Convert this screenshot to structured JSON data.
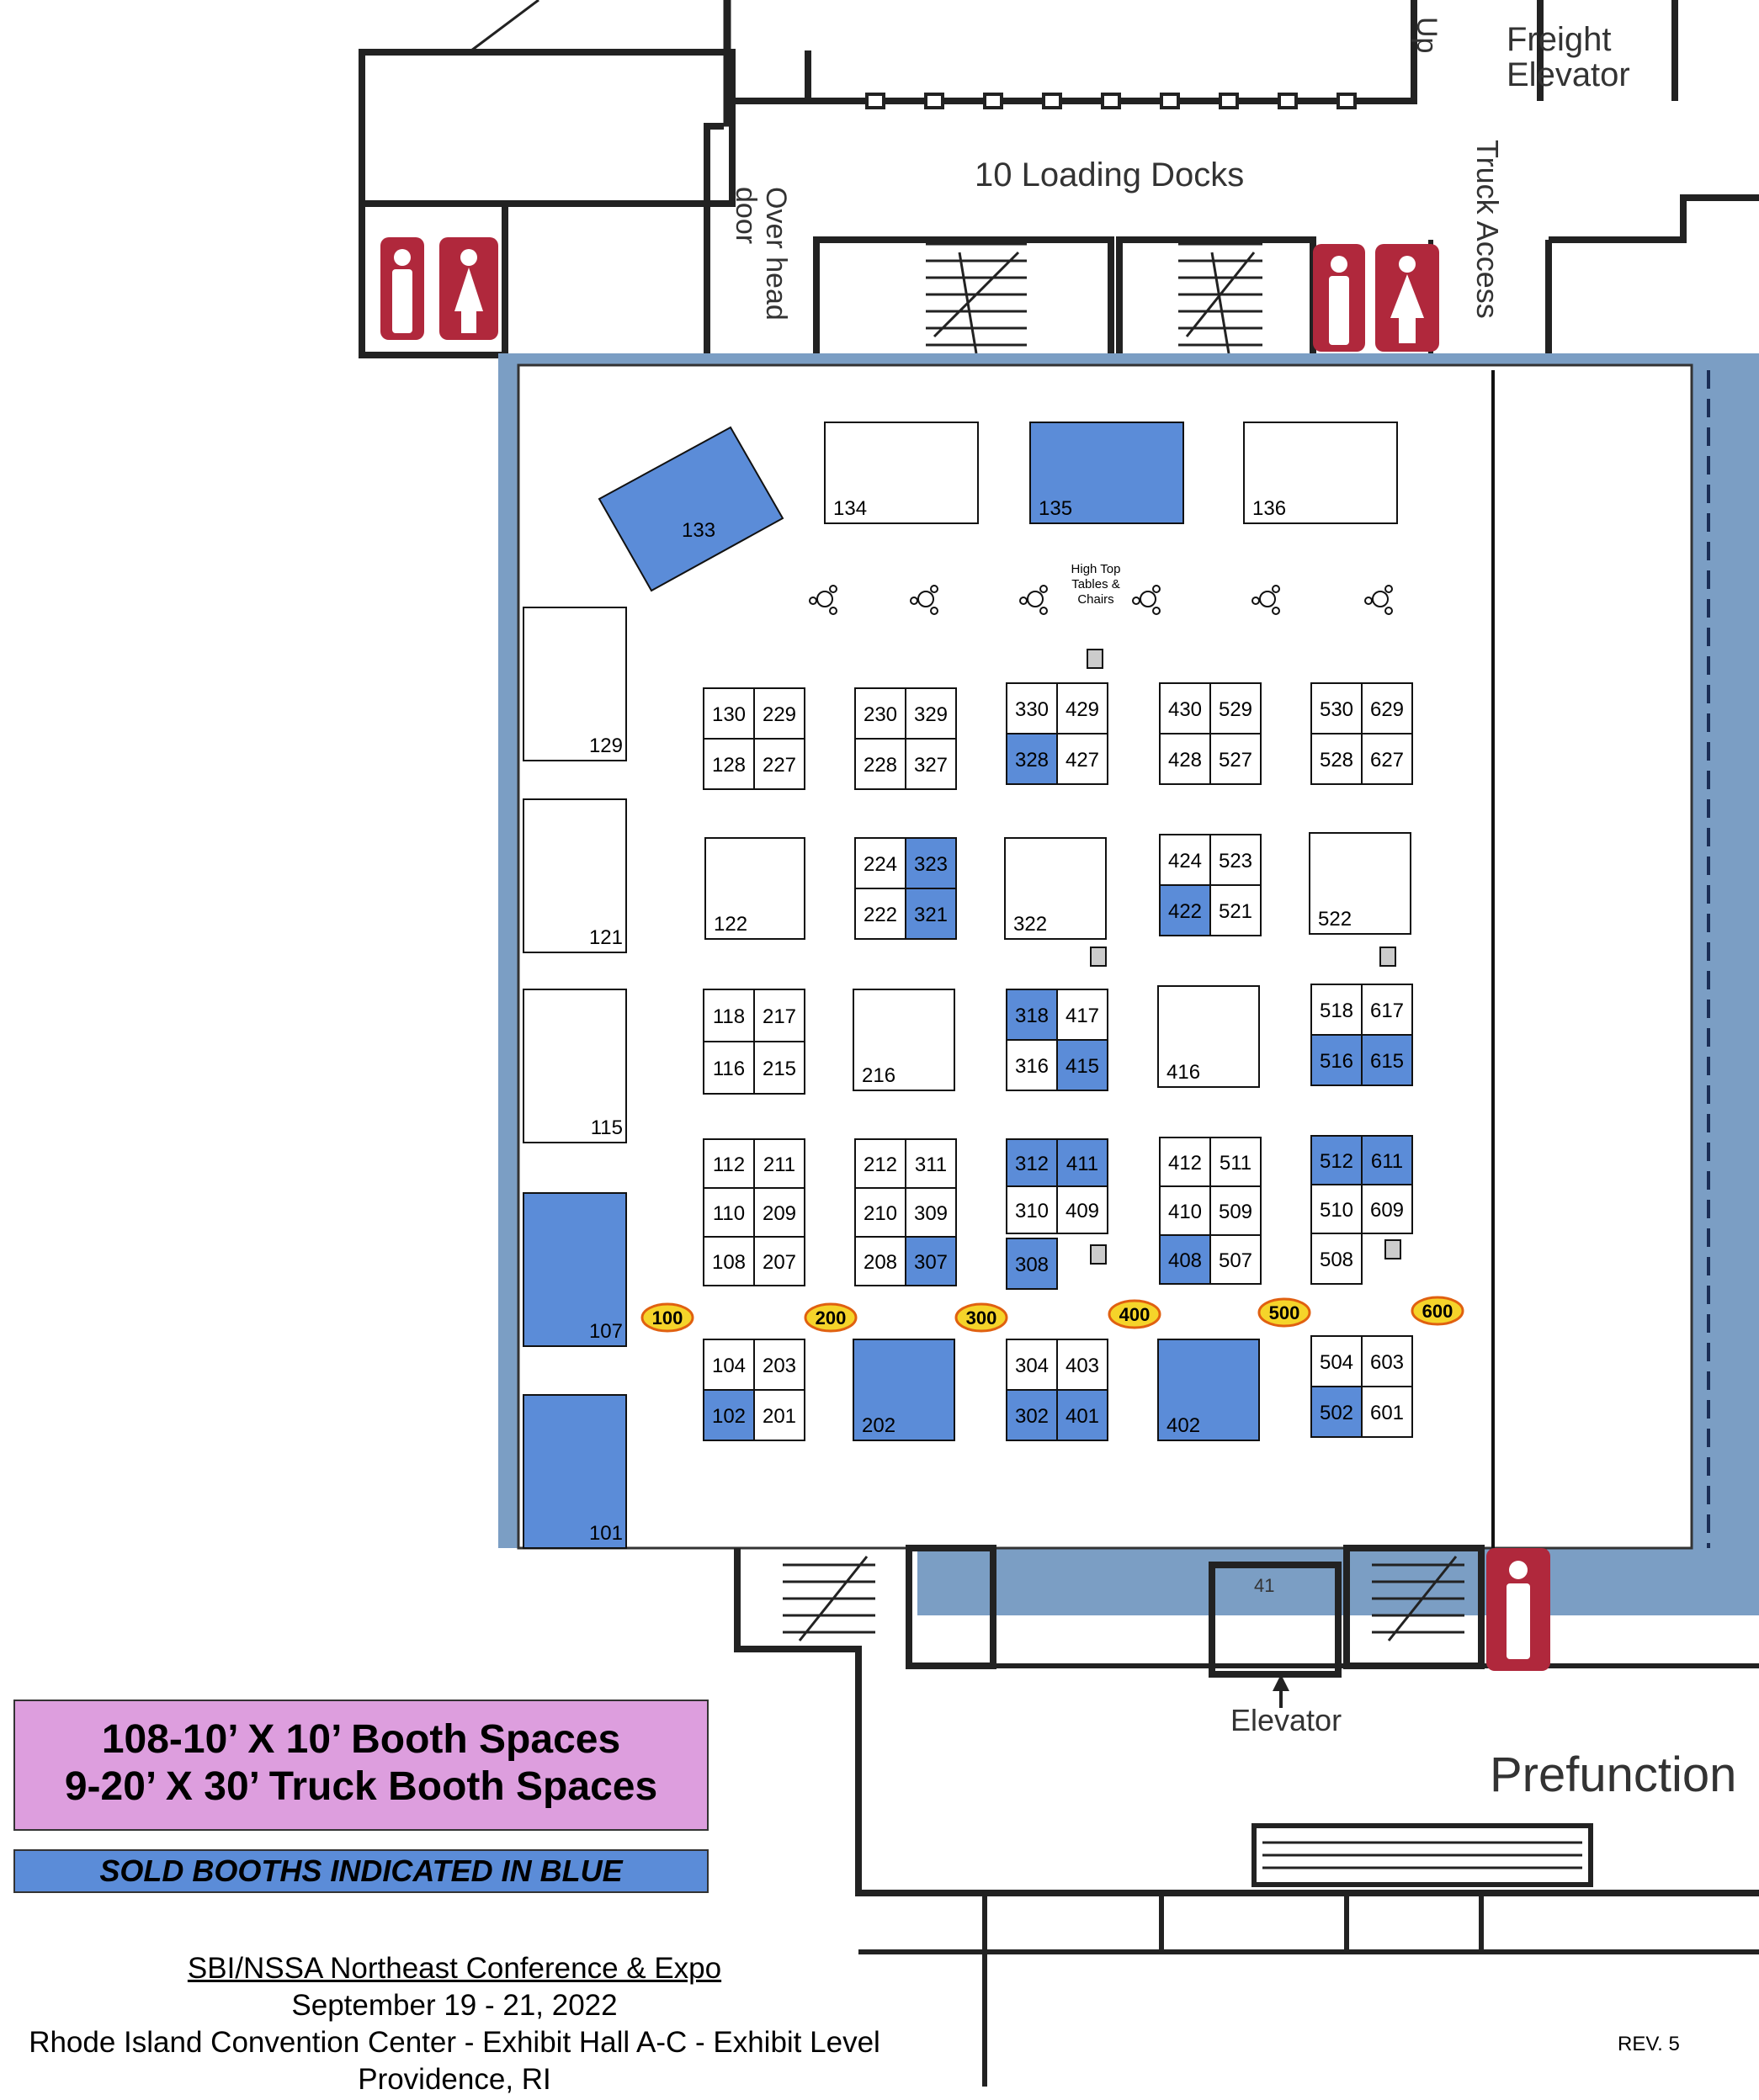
{
  "legend": {
    "booth_spaces_line1": "108-10’ X 10’ Booth Spaces",
    "booth_spaces_line2": "9-20’ X 30’ Truck Booth Spaces",
    "sold_note": "SOLD BOOTHS INDICATED IN BLUE",
    "sold_color": "#5b8cd8"
  },
  "event": {
    "name": "SBI/NSSA Northeast Conference & Expo",
    "dates": "September 19 - 21, 2022",
    "venue": "Rhode Island Convention Center - Exhibit Hall A-C - Exhibit Level",
    "city": "Providence, RI"
  },
  "revision": "REV. 5",
  "building_labels": {
    "up": "Up",
    "freight_elevator": "Freight Elevator",
    "loading_docks": "10 Loading Docks",
    "overhead_door": "Over head door",
    "truck_access": "Truck Access",
    "elevator": "Elevator",
    "prefunction": "Prefunction",
    "room_number": "41"
  },
  "icons": [
    "restroom-men-icon",
    "restroom-women-icon",
    "high-top-table-icon",
    "column-icon"
  ],
  "high_top_label": "High Top Tables & Chairs",
  "aisles": [
    "100",
    "200",
    "300",
    "400",
    "500",
    "600"
  ],
  "booths": [
    {
      "id": "133",
      "sold": true
    },
    {
      "id": "134",
      "sold": false
    },
    {
      "id": "135",
      "sold": true
    },
    {
      "id": "136",
      "sold": false
    },
    {
      "id": "129",
      "sold": false
    },
    {
      "id": "121",
      "sold": false
    },
    {
      "id": "115",
      "sold": false
    },
    {
      "id": "107",
      "sold": true
    },
    {
      "id": "101",
      "sold": true
    },
    {
      "id": "130",
      "sold": false
    },
    {
      "id": "229",
      "sold": false
    },
    {
      "id": "128",
      "sold": false
    },
    {
      "id": "227",
      "sold": false
    },
    {
      "id": "230",
      "sold": false
    },
    {
      "id": "329",
      "sold": false
    },
    {
      "id": "228",
      "sold": false
    },
    {
      "id": "327",
      "sold": false
    },
    {
      "id": "330",
      "sold": false
    },
    {
      "id": "429",
      "sold": false
    },
    {
      "id": "328",
      "sold": true
    },
    {
      "id": "427",
      "sold": false
    },
    {
      "id": "430",
      "sold": false
    },
    {
      "id": "529",
      "sold": false
    },
    {
      "id": "428",
      "sold": false
    },
    {
      "id": "527",
      "sold": false
    },
    {
      "id": "530",
      "sold": false
    },
    {
      "id": "629",
      "sold": false
    },
    {
      "id": "528",
      "sold": false
    },
    {
      "id": "627",
      "sold": false
    },
    {
      "id": "122",
      "sold": false
    },
    {
      "id": "224",
      "sold": false
    },
    {
      "id": "323",
      "sold": true
    },
    {
      "id": "222",
      "sold": false
    },
    {
      "id": "321",
      "sold": true
    },
    {
      "id": "322",
      "sold": false
    },
    {
      "id": "424",
      "sold": false
    },
    {
      "id": "523",
      "sold": false
    },
    {
      "id": "422",
      "sold": true
    },
    {
      "id": "521",
      "sold": false
    },
    {
      "id": "522",
      "sold": false
    },
    {
      "id": "118",
      "sold": false
    },
    {
      "id": "217",
      "sold": false
    },
    {
      "id": "116",
      "sold": false
    },
    {
      "id": "215",
      "sold": false
    },
    {
      "id": "216",
      "sold": false
    },
    {
      "id": "318",
      "sold": true
    },
    {
      "id": "417",
      "sold": false
    },
    {
      "id": "316",
      "sold": false
    },
    {
      "id": "415",
      "sold": true
    },
    {
      "id": "416",
      "sold": false
    },
    {
      "id": "518",
      "sold": false
    },
    {
      "id": "617",
      "sold": false
    },
    {
      "id": "516",
      "sold": true
    },
    {
      "id": "615",
      "sold": true
    },
    {
      "id": "112",
      "sold": false
    },
    {
      "id": "211",
      "sold": false
    },
    {
      "id": "110",
      "sold": false
    },
    {
      "id": "209",
      "sold": false
    },
    {
      "id": "108",
      "sold": false
    },
    {
      "id": "207",
      "sold": false
    },
    {
      "id": "212",
      "sold": false
    },
    {
      "id": "311",
      "sold": false
    },
    {
      "id": "210",
      "sold": false
    },
    {
      "id": "309",
      "sold": false
    },
    {
      "id": "208",
      "sold": false
    },
    {
      "id": "307",
      "sold": true
    },
    {
      "id": "312",
      "sold": true
    },
    {
      "id": "411",
      "sold": true
    },
    {
      "id": "310",
      "sold": false
    },
    {
      "id": "409",
      "sold": false
    },
    {
      "id": "308",
      "sold": true
    },
    {
      "id": "412",
      "sold": false
    },
    {
      "id": "511",
      "sold": false
    },
    {
      "id": "410",
      "sold": false
    },
    {
      "id": "509",
      "sold": false
    },
    {
      "id": "408",
      "sold": true
    },
    {
      "id": "507",
      "sold": false
    },
    {
      "id": "512",
      "sold": true
    },
    {
      "id": "611",
      "sold": true
    },
    {
      "id": "510",
      "sold": false
    },
    {
      "id": "609",
      "sold": false
    },
    {
      "id": "508",
      "sold": false
    },
    {
      "id": "104",
      "sold": false
    },
    {
      "id": "203",
      "sold": false
    },
    {
      "id": "102",
      "sold": true
    },
    {
      "id": "201",
      "sold": false
    },
    {
      "id": "202",
      "sold": true
    },
    {
      "id": "304",
      "sold": false
    },
    {
      "id": "403",
      "sold": false
    },
    {
      "id": "302",
      "sold": true
    },
    {
      "id": "401",
      "sold": true
    },
    {
      "id": "402",
      "sold": true
    },
    {
      "id": "504",
      "sold": false
    },
    {
      "id": "603",
      "sold": false
    },
    {
      "id": "502",
      "sold": true
    },
    {
      "id": "601",
      "sold": false
    }
  ]
}
